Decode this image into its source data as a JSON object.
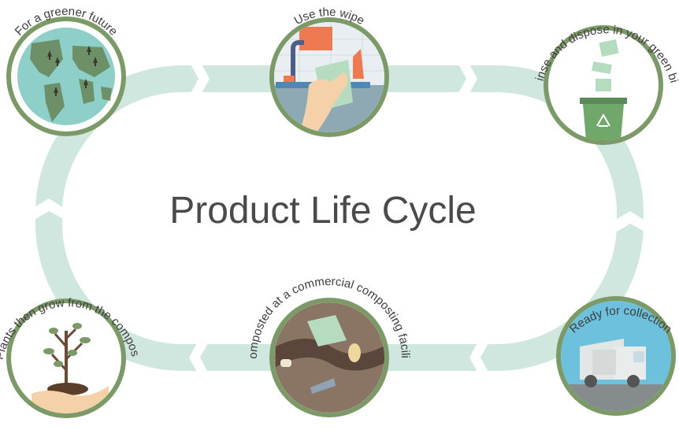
{
  "title": "Product Life Cycle",
  "colors": {
    "arrow": "#cfe7df",
    "ring": "#7b9a67",
    "ring_inner": "#ffffff"
  },
  "steps": [
    {
      "label": "For a greener future",
      "icon": "globe-icon"
    },
    {
      "label": "Use the wipe",
      "icon": "hand-wiping-icon"
    },
    {
      "label": "Rinse and dispose in your green bin",
      "icon": "green-bin-icon"
    },
    {
      "label": "Ready for collection",
      "icon": "garbage-truck-icon"
    },
    {
      "label": "Composted at a commercial composting facility",
      "icon": "compost-icon"
    },
    {
      "label": "Plants then grow from the compost",
      "icon": "plant-in-hand-icon"
    }
  ]
}
